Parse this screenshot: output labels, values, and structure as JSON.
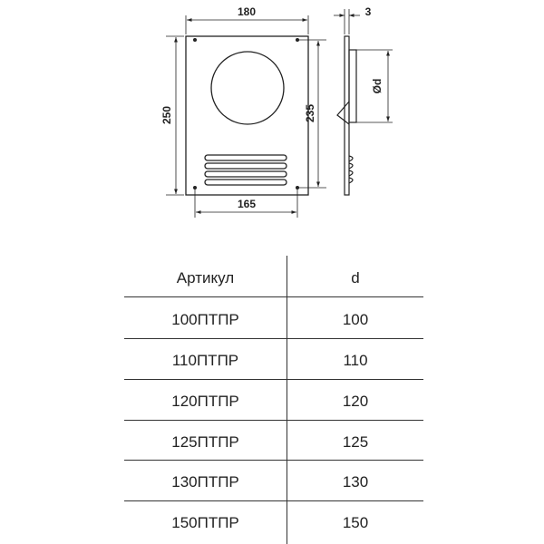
{
  "drawing": {
    "dims": {
      "width_top": "180",
      "height_left": "250",
      "height_inner": "235",
      "width_bottom": "165",
      "thickness": "3",
      "diameter": "Ød"
    }
  },
  "table": {
    "headers": [
      "Артикул",
      "d"
    ],
    "rows": [
      [
        "100ПТПР",
        "100"
      ],
      [
        "110ПТПР",
        "110"
      ],
      [
        "120ПТПР",
        "120"
      ],
      [
        "125ПТПР",
        "125"
      ],
      [
        "130ПТПР",
        "130"
      ],
      [
        "150ПТПР",
        "150"
      ]
    ]
  }
}
